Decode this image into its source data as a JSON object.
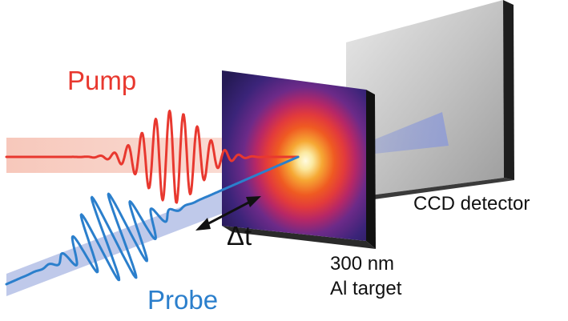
{
  "labels": {
    "pump": "Pump",
    "probe": "Probe",
    "delay": "Δt",
    "detector": "CCD detector",
    "target_line1": "300 nm",
    "target_line2": "Al target"
  },
  "colors": {
    "pump": "#e8382f",
    "pump_beam": "#f7c2b4",
    "probe": "#2b7fcc",
    "probe_beam": "#a9b7e3",
    "detector_face": "#c9c9c9",
    "target_edge": "#1a1a1a",
    "arrow": "#111111"
  },
  "elements": [
    "pump-pulse",
    "probe-pulse",
    "pump-beam",
    "probe-beam",
    "al-target",
    "diffraction-pattern",
    "ccd-detector",
    "delay-arrow",
    "scattered-cone"
  ]
}
